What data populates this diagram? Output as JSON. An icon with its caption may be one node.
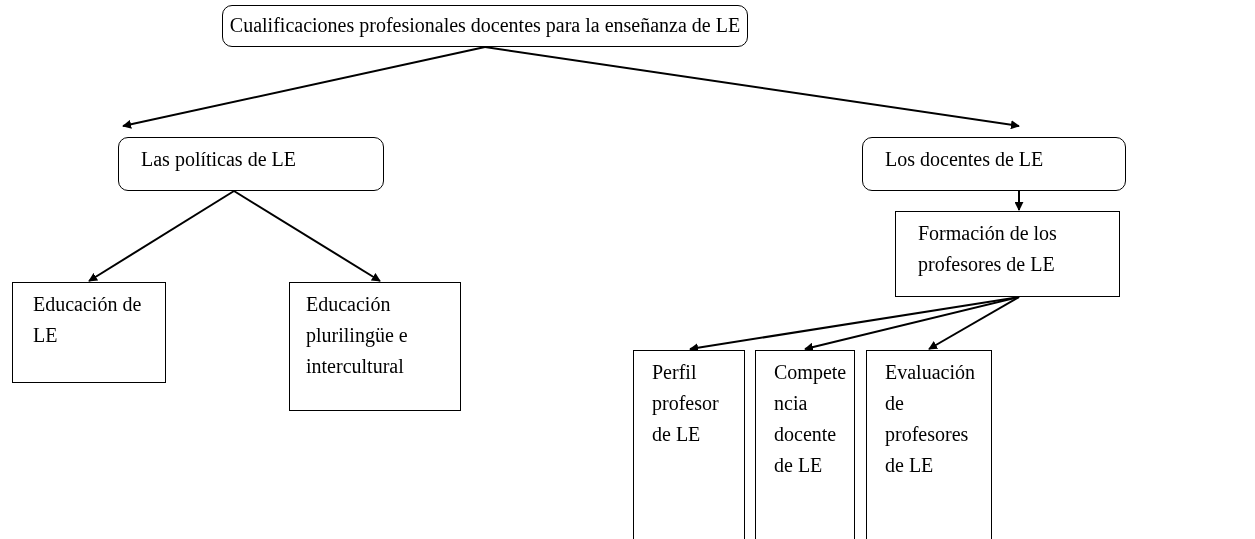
{
  "diagram": {
    "nodes": [
      {
        "text": [
          "Cualificaciones profesionales docentes para la enseñanza de LE"
        ]
      },
      {
        "text": [
          "Las políticas de LE"
        ]
      },
      {
        "text": [
          "Los docentes de LE"
        ]
      },
      {
        "text": [
          "Educación de LE"
        ]
      },
      {
        "text": [
          "Educación plurilingüe e intercultural"
        ]
      },
      {
        "text": [
          "Formación de los profesores de LE"
        ]
      },
      {
        "text": [
          "Perfil profesor de LE"
        ]
      },
      {
        "text": [
          "Competencia docente de LE"
        ]
      },
      {
        "text": [
          "Evaluación de profesores de LE"
        ]
      }
    ],
    "edges": [
      {
        "from": 0,
        "to": 1,
        "arrow": "to"
      },
      {
        "from": 0,
        "to": 2,
        "arrow": "to"
      },
      {
        "from": 1,
        "to": 3,
        "arrow": "to"
      },
      {
        "from": 1,
        "to": 4,
        "arrow": "to"
      },
      {
        "from": 2,
        "to": 5,
        "arrow": "to"
      },
      {
        "from": 5,
        "to": 6,
        "arrow": "to"
      },
      {
        "from": 5,
        "to": 7,
        "arrow": "to"
      },
      {
        "from": 5,
        "to": 8,
        "arrow": "to"
      }
    ]
  }
}
